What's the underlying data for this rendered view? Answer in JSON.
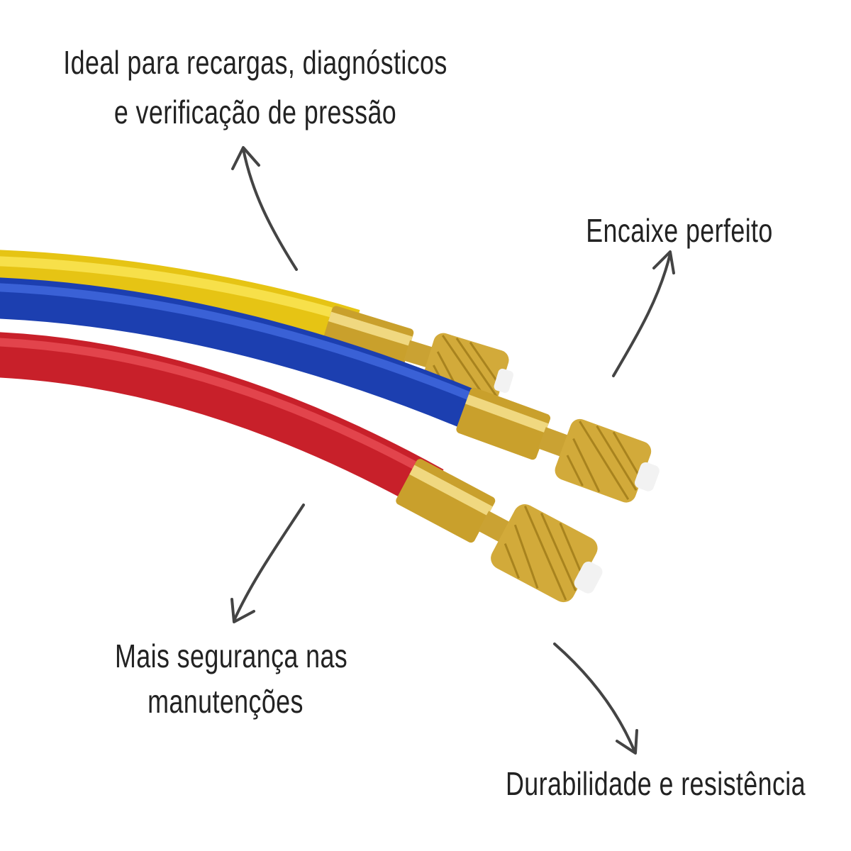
{
  "callouts": {
    "top_left": {
      "line1": "Ideal para recargas, diagnósticos",
      "line2": "e verificação de pressão"
    },
    "top_right": {
      "line1": "Encaixe perfeito"
    },
    "bottom_left": {
      "line1": "Mais segurança nas",
      "line2": "manutenções"
    },
    "bottom_right": {
      "line1": "Durabilidade e resistência"
    }
  },
  "colors": {
    "yellow_hose": "#f0d21a",
    "blue_hose": "#1c3fb0",
    "red_hose": "#c8202a",
    "brass": "#d9b13a",
    "text": "#222222",
    "arrow": "#444444"
  }
}
